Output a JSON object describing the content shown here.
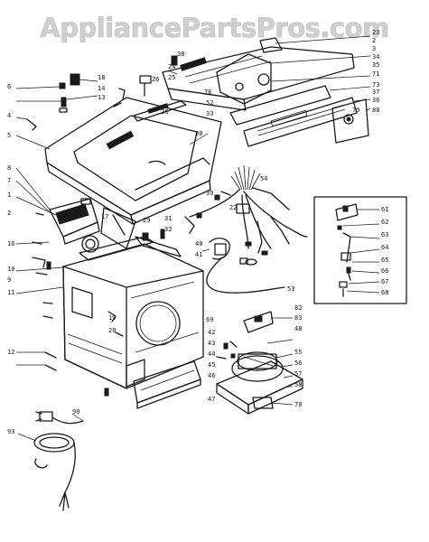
{
  "watermark": "AppliancePartsPros.com",
  "colors": {
    "line": "#1a1a1a",
    "watermark": "#cfcfcf",
    "background": "#ffffff"
  },
  "callouts": [
    "23",
    "2",
    "3",
    "38",
    "34",
    "35",
    "24",
    "25",
    "71",
    "73",
    "76",
    "37",
    "36",
    "52",
    "33",
    "79",
    "80",
    "28",
    "30",
    "18",
    "14",
    "13",
    "26",
    "6",
    "4",
    "5",
    "8",
    "7",
    "1",
    "2",
    "16",
    "17",
    "29",
    "10",
    "11",
    "12",
    "19",
    "20",
    "9",
    "31",
    "32",
    "39",
    "40",
    "41",
    "22",
    "54",
    "53",
    "61",
    "62",
    "63",
    "64",
    "65",
    "66",
    "67",
    "68",
    "69",
    "42",
    "43",
    "44",
    "45",
    "46",
    "47",
    "48",
    "55",
    "56",
    "57",
    "58",
    "70",
    "82",
    "83",
    "90",
    "93"
  ]
}
